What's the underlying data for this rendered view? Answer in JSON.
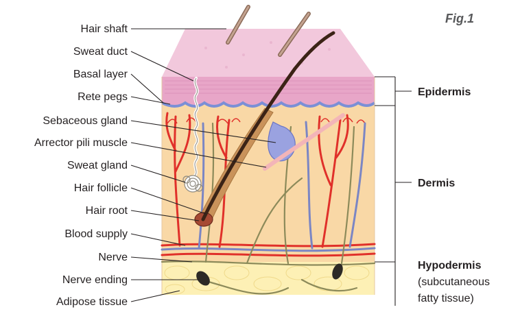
{
  "figure_label": "Fig.1",
  "left_labels": [
    "Hair shaft",
    "Sweat duct",
    "Basal layer",
    "Rete pegs",
    "Sebaceous gland",
    "Arrector pili muscle",
    "Sweat gland",
    "Hair follicle",
    "Hair root",
    "Blood supply",
    "Nerve",
    "Nerve ending",
    "Adipose tissue"
  ],
  "layers": {
    "epidermis": "Epidermis",
    "dermis": "Dermis",
    "hypodermis": "Hypodermis",
    "hypodermis_note_line1": "(subcutaneous",
    "hypodermis_note_line2": "fatty tissue)"
  },
  "colors": {
    "surface": "#f2c8dc",
    "epidermis": "#e8a6c8",
    "basal_layer": "#7b8fd6",
    "dermis": "#f9d8a6",
    "hypodermis": "#fdf0b5",
    "artery": "#e0302a",
    "vein": "#7b86c4",
    "nerve": "#8c8a5a",
    "hair": "#3b2316",
    "text": "#231f20"
  }
}
